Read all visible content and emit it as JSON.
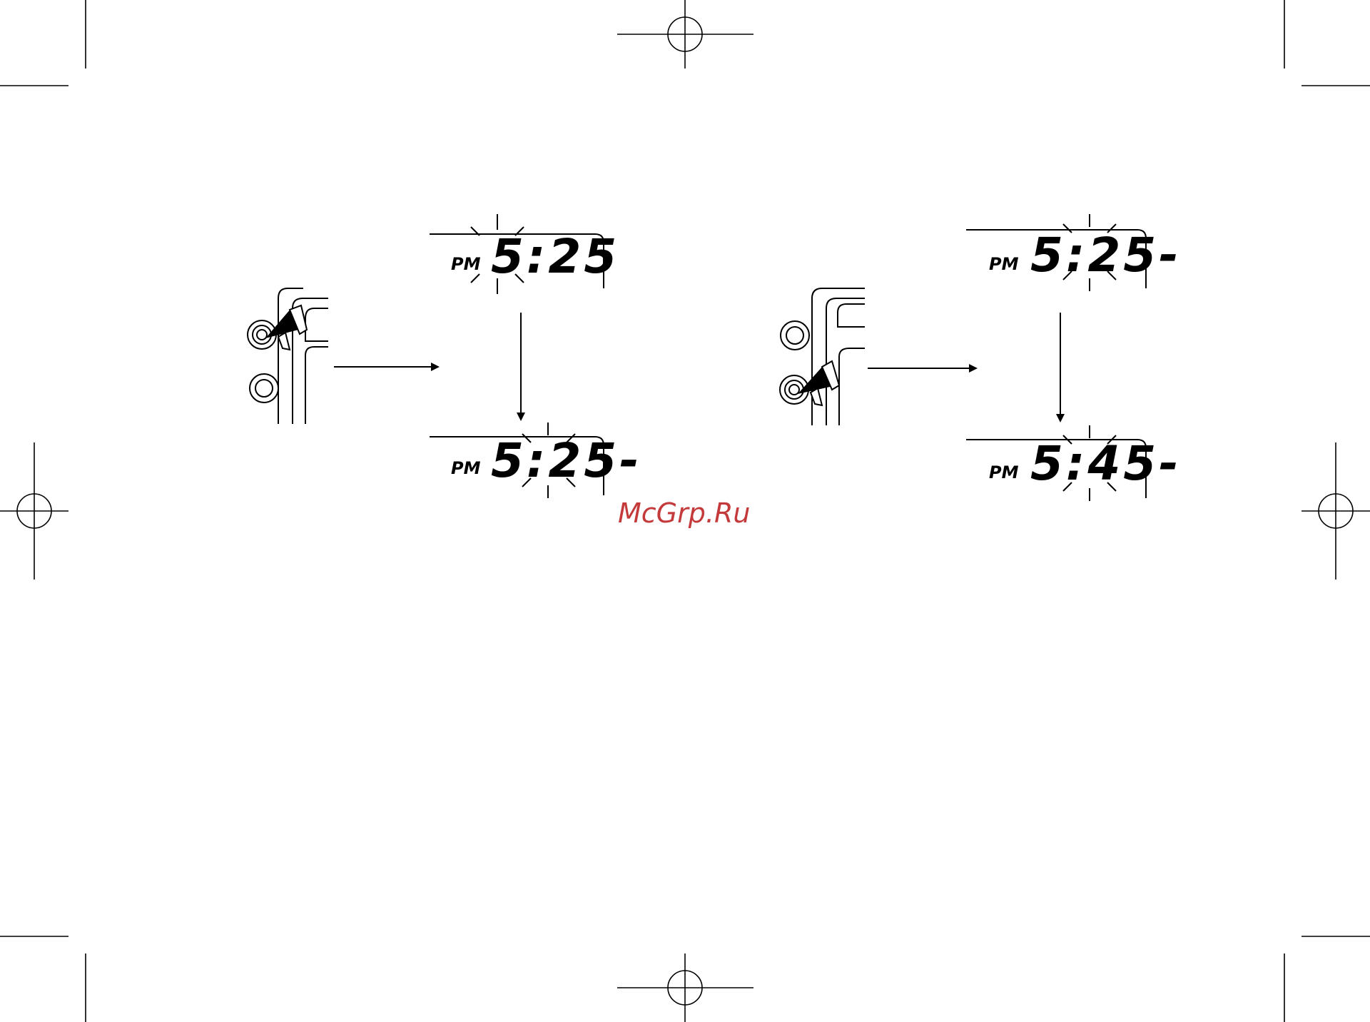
{
  "watermark": "McGrp.Ru",
  "steps": [
    {
      "top": {
        "ampm": "PM",
        "time": "5:25",
        "blink": "hours"
      },
      "bottom": {
        "ampm": "PM",
        "time": "5:25-",
        "blink": "minutes"
      }
    },
    {
      "top": {
        "ampm": "PM",
        "time": "5:25-",
        "blink": "minutes"
      },
      "bottom": {
        "ampm": "PM",
        "time": "5:45-",
        "blink": "minutes"
      }
    }
  ],
  "colors": {
    "ink": "#000000",
    "watermark": "#c43a3a"
  },
  "icons": [
    "crop-mark-icon",
    "pointer-hand-icon",
    "arrow-right-icon",
    "arrow-down-icon",
    "blink-rays-icon",
    "button-icon"
  ]
}
